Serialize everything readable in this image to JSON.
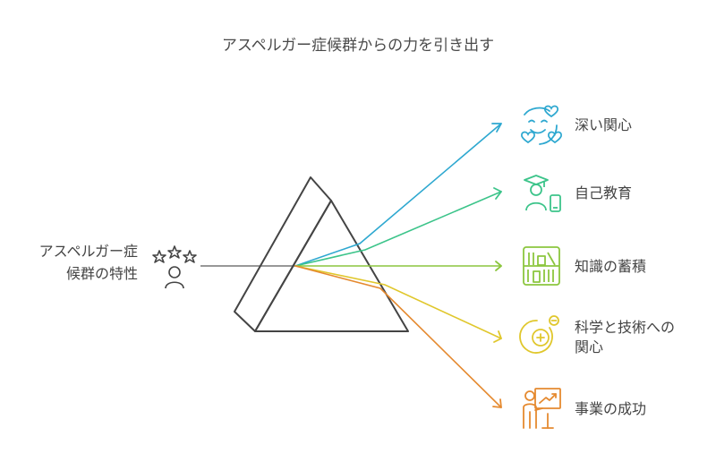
{
  "title": "アスペルガー症候群からの力を引き出す",
  "source": {
    "line1": "アスペルガー症",
    "line2": "候群の特性",
    "icon": "person-stars-icon"
  },
  "outputs": [
    {
      "label": "深い関心",
      "icon": "smile-hearts-icon",
      "color": "#2ea8d0"
    },
    {
      "label": "自己教育",
      "icon": "graduate-device-icon",
      "color": "#3cc48a"
    },
    {
      "label": "知識の蓄積",
      "icon": "bookshelf-icon",
      "color": "#8cc63f"
    },
    {
      "label1": "科学と技術への",
      "label2": "関心",
      "icon": "plus-minus-circle-icon",
      "color": "#e0c72c"
    },
    {
      "label": "事業の成功",
      "icon": "presenter-chart-icon",
      "color": "#e58a30"
    }
  ]
}
